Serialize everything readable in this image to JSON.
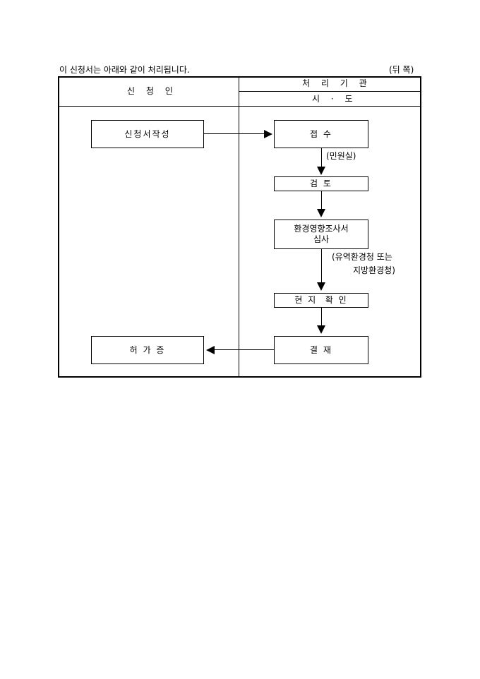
{
  "header": {
    "note": "이 신청서는 아래와 같이 처리됩니다.",
    "page_side": "(뒤 쪽)"
  },
  "table": {
    "applicant_col": "신 청 인",
    "agency_col": "처 리 기 관",
    "agency_sub": "시 · 도"
  },
  "flow": {
    "write_application": "신청서작성",
    "receipt": "접 수",
    "receipt_note": "(민원실)",
    "review": "검 토",
    "eia_review_line1": "환경영향조사서",
    "eia_review_line2": "심사",
    "eia_note_line1": "(유역환경청 또는",
    "eia_note_line2": "지방환경청)",
    "site_check": "현 지  확 인",
    "approval": "결 재",
    "permit": "허 가 증"
  }
}
